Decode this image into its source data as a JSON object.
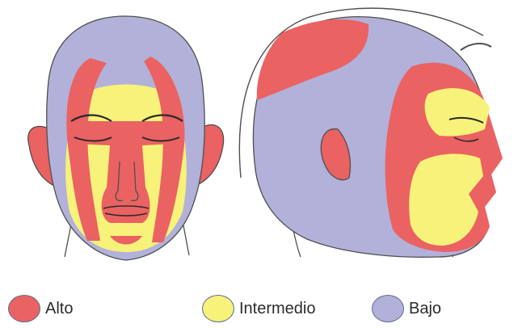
{
  "colors": {
    "alto": "#ea6262",
    "intermedio": "#f7f27a",
    "bajo": "#b2b1d9",
    "outline": "#4f4f4f"
  },
  "legend": {
    "items": [
      {
        "label": "Alto",
        "color": "#ea6262"
      },
      {
        "label": "Intermedio",
        "color": "#f7f27a"
      },
      {
        "label": "Bajo",
        "color": "#b2b1d9"
      }
    ]
  }
}
